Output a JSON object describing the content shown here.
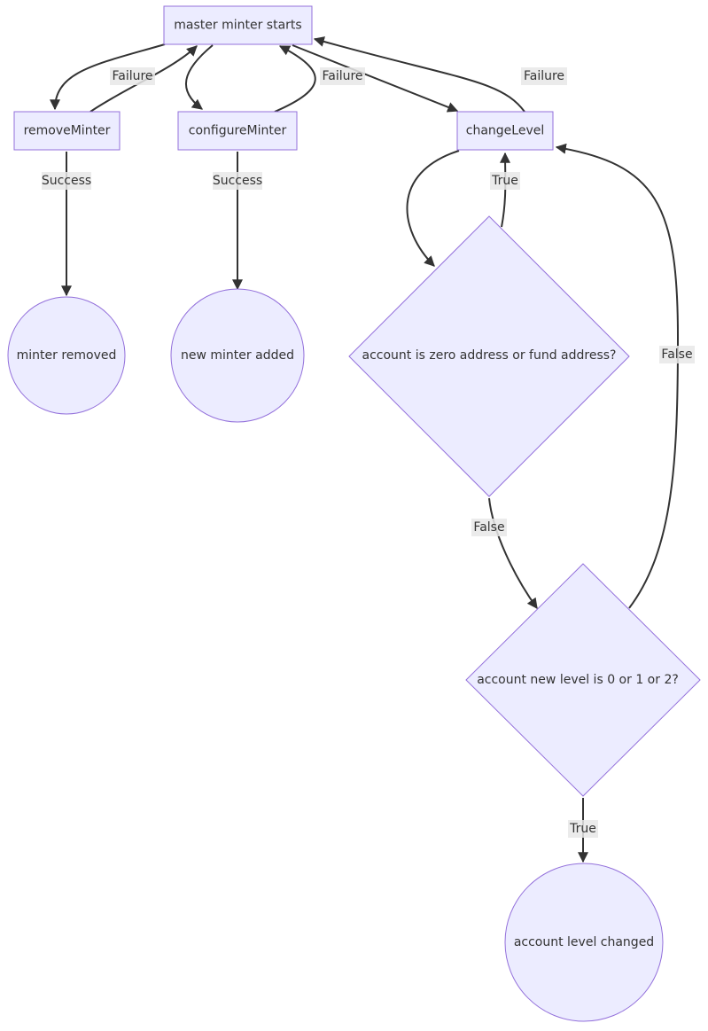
{
  "nodes": {
    "start": "master minter starts",
    "remove": "removeMinter",
    "configure": "configureMinter",
    "change": "changeLevel",
    "removed": "minter removed",
    "added": "new minter added",
    "decision_zero": "account is zero address or fund address?",
    "decision_level": "account new level is 0 or 1 or 2?",
    "changed": "account level changed"
  },
  "edges": {
    "remove_failure": "Failure",
    "configure_failure": "Failure",
    "change_failure": "Failure",
    "remove_success": "Success",
    "configure_success": "Success",
    "zero_true": "True",
    "zero_false": "False",
    "level_false": "False",
    "level_true": "True"
  },
  "colors": {
    "node_fill": "#ECECFF",
    "node_stroke": "#9370DB",
    "edge": "#333333",
    "label_bg": "#e8e8e8"
  }
}
